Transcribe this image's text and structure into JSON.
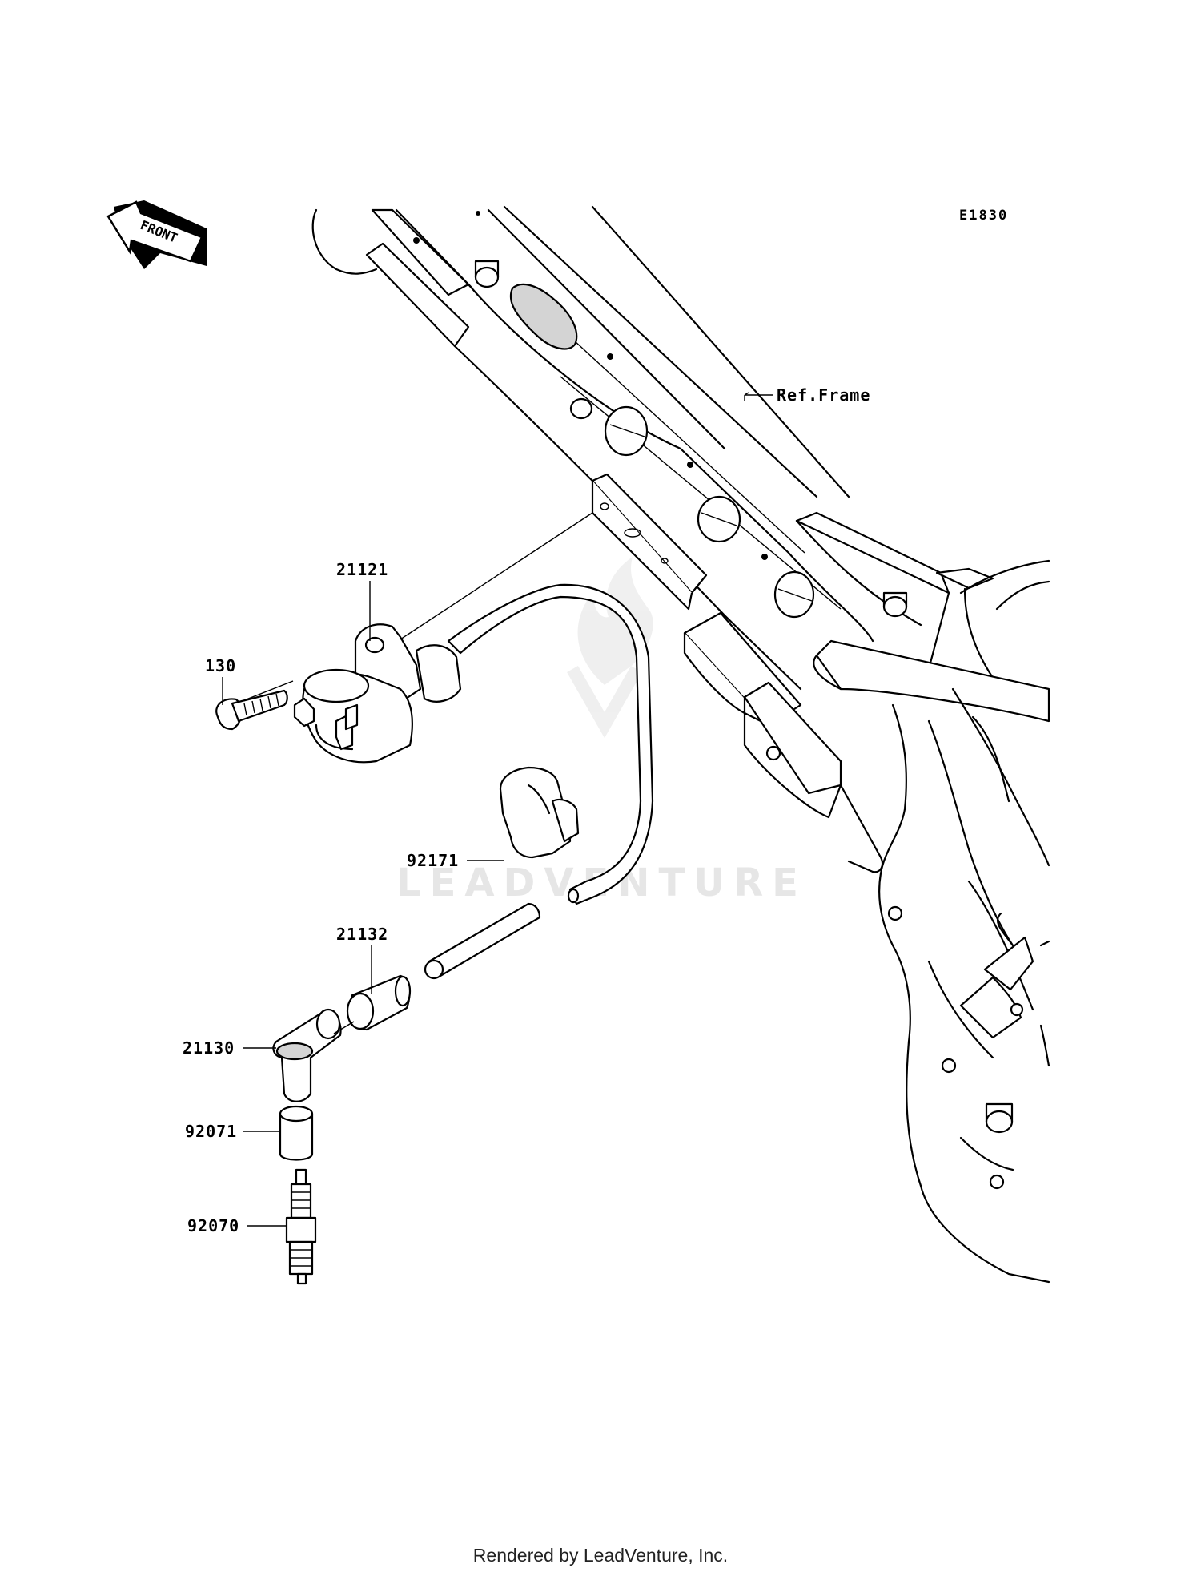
{
  "diagram_code": "E1830",
  "front_indicator": "FRONT",
  "watermark": "LEADVENTURE",
  "footer": "Rendered by LeadVenture, Inc.",
  "labels": {
    "ref_frame": "Ref.Frame",
    "p21121": "21121",
    "p130": "130",
    "p92171": "92171",
    "p21132": "21132",
    "p21130": "21130",
    "p92071": "92071",
    "p92070": "92070"
  }
}
